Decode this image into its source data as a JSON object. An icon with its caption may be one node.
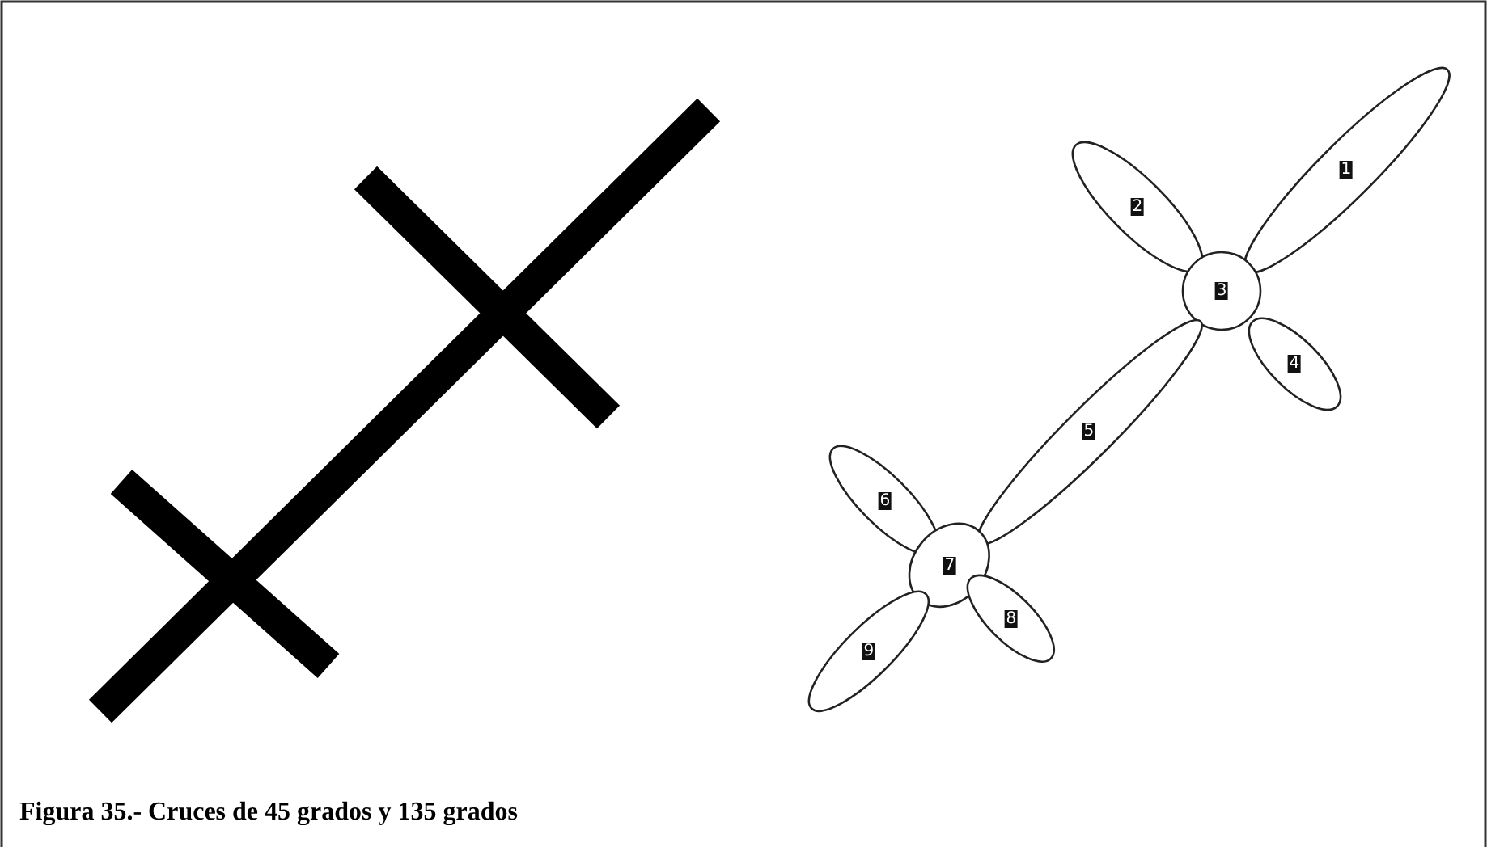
{
  "diagram": {
    "caption": "Figura 35.- Cruces de 45 grados y 135 grados",
    "nodes": [
      {
        "text": [
          "1"
        ]
      },
      {
        "text": [
          "2"
        ]
      },
      {
        "text": [
          "3"
        ]
      },
      {
        "text": [
          "4"
        ]
      },
      {
        "text": [
          "5"
        ]
      },
      {
        "text": [
          "6"
        ]
      },
      {
        "text": [
          "7"
        ]
      },
      {
        "text": [
          "8"
        ]
      },
      {
        "text": [
          "9"
        ]
      }
    ]
  }
}
